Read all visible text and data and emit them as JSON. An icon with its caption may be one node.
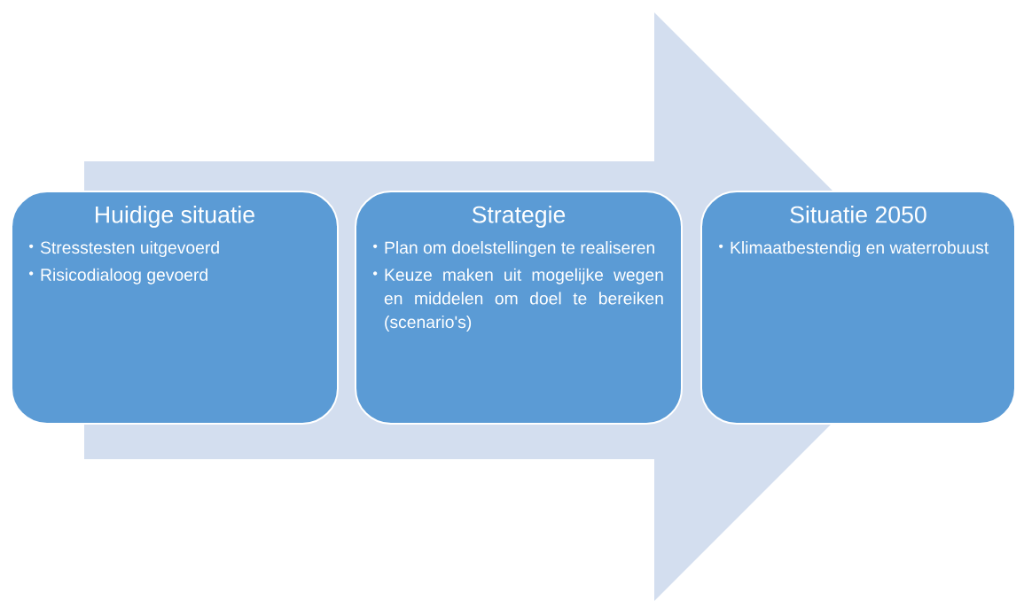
{
  "diagram": {
    "nodes": [
      {
        "text": [
          "Huidige situatie",
          "Stresstesten uitgevoerd",
          "Risicodialoog gevoerd"
        ]
      },
      {
        "text": [
          "Strategie",
          "Plan om doelstellingen te realiseren",
          "Keuze maken uit mogelijke wegen en middelen om doel te bereiken (scenario's)"
        ]
      },
      {
        "text": [
          "Situatie 2050",
          "Klimaatbestendig en waterrobuust"
        ]
      }
    ],
    "edges": [
      {
        "from": 0,
        "to": 2,
        "arrow": "to"
      }
    ]
  }
}
